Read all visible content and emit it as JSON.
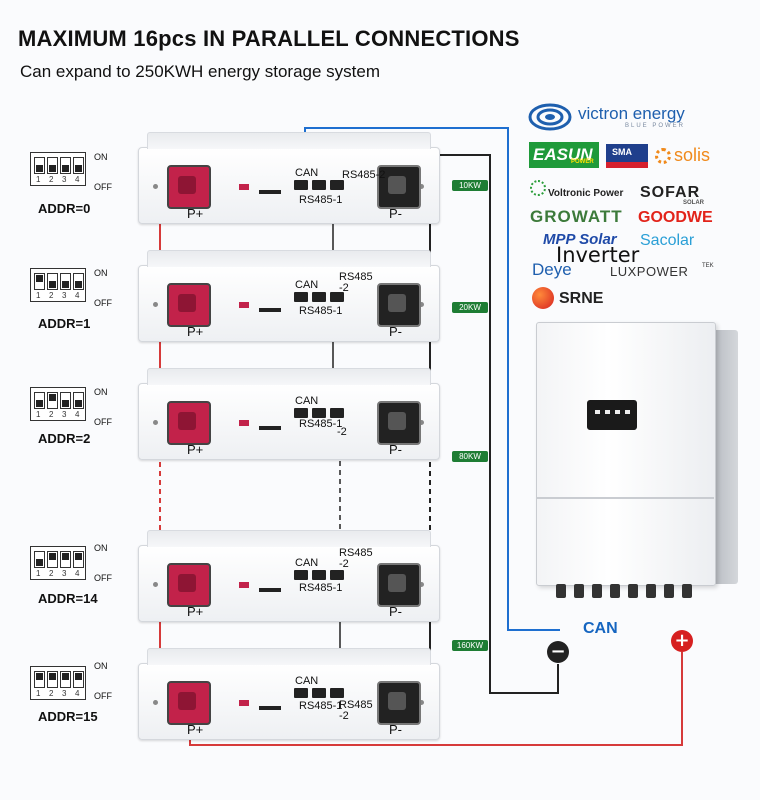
{
  "header": {
    "title": "MAXIMUM 16pcs IN PARALLEL CONNECTIONS",
    "subtitle": "Can expand to 250KWH energy storage system"
  },
  "dip_switch": {
    "on_label": "ON",
    "off_label": "OFF",
    "numbers": [
      "1",
      "2",
      "3",
      "4"
    ]
  },
  "modules": [
    {
      "addr": "ADDR=0",
      "pos_label": "P+",
      "neg_label": "P-",
      "can": "CAN",
      "rs485_a": "RS485-2",
      "rs485_b": "RS485-1",
      "kw": "10KW"
    },
    {
      "addr": "ADDR=1",
      "pos_label": "P+",
      "neg_label": "P-",
      "can": "CAN",
      "rs485_a": "RS485\n-2",
      "rs485_b": "RS485-1",
      "kw": "20KW"
    },
    {
      "addr": "ADDR=2",
      "pos_label": "P+",
      "neg_label": "P-",
      "can": "CAN",
      "rs485_a": "RS485-1",
      "rs485_b": "-2",
      "kw": "80KW"
    },
    {
      "addr": "ADDR=14",
      "pos_label": "P+",
      "neg_label": "P-",
      "can": "CAN",
      "rs485_a": "RS485\n-2",
      "rs485_b": "RS485-1",
      "kw": "160KW"
    },
    {
      "addr": "ADDR=15",
      "pos_label": "P+",
      "neg_label": "P-",
      "can": "CAN",
      "rs485_a": "RS485-1",
      "rs485_b": "RS485\n-2",
      "kw": ""
    }
  ],
  "brands": {
    "victron": "victron energy",
    "victron_sub": "BLUE POWER",
    "easun": "EASUN",
    "easun_sub": "POWER",
    "sma": "SMA",
    "solis": "solis",
    "voltronic": "Voltronic Power",
    "sofar": "SOFAR",
    "sofar_sub": "SOLAR",
    "growatt": "GROWATT",
    "goodwe": "GOODWE",
    "mpp": "MPP Solar",
    "inverter": "Inverter",
    "sacolar": "Sacolar",
    "deye": "Deye",
    "luxpower": "LUXPOWER",
    "luxpower_sup": "TEK",
    "srne": "SRNE"
  },
  "inverter": {
    "can_label": "CAN",
    "minus": "−",
    "plus": "+"
  },
  "colors": {
    "positive_wire": "#d63a3a",
    "can_wire": "#1e6fd0",
    "negative_wire": "#222222",
    "kw_badge": "#1e7d34"
  }
}
